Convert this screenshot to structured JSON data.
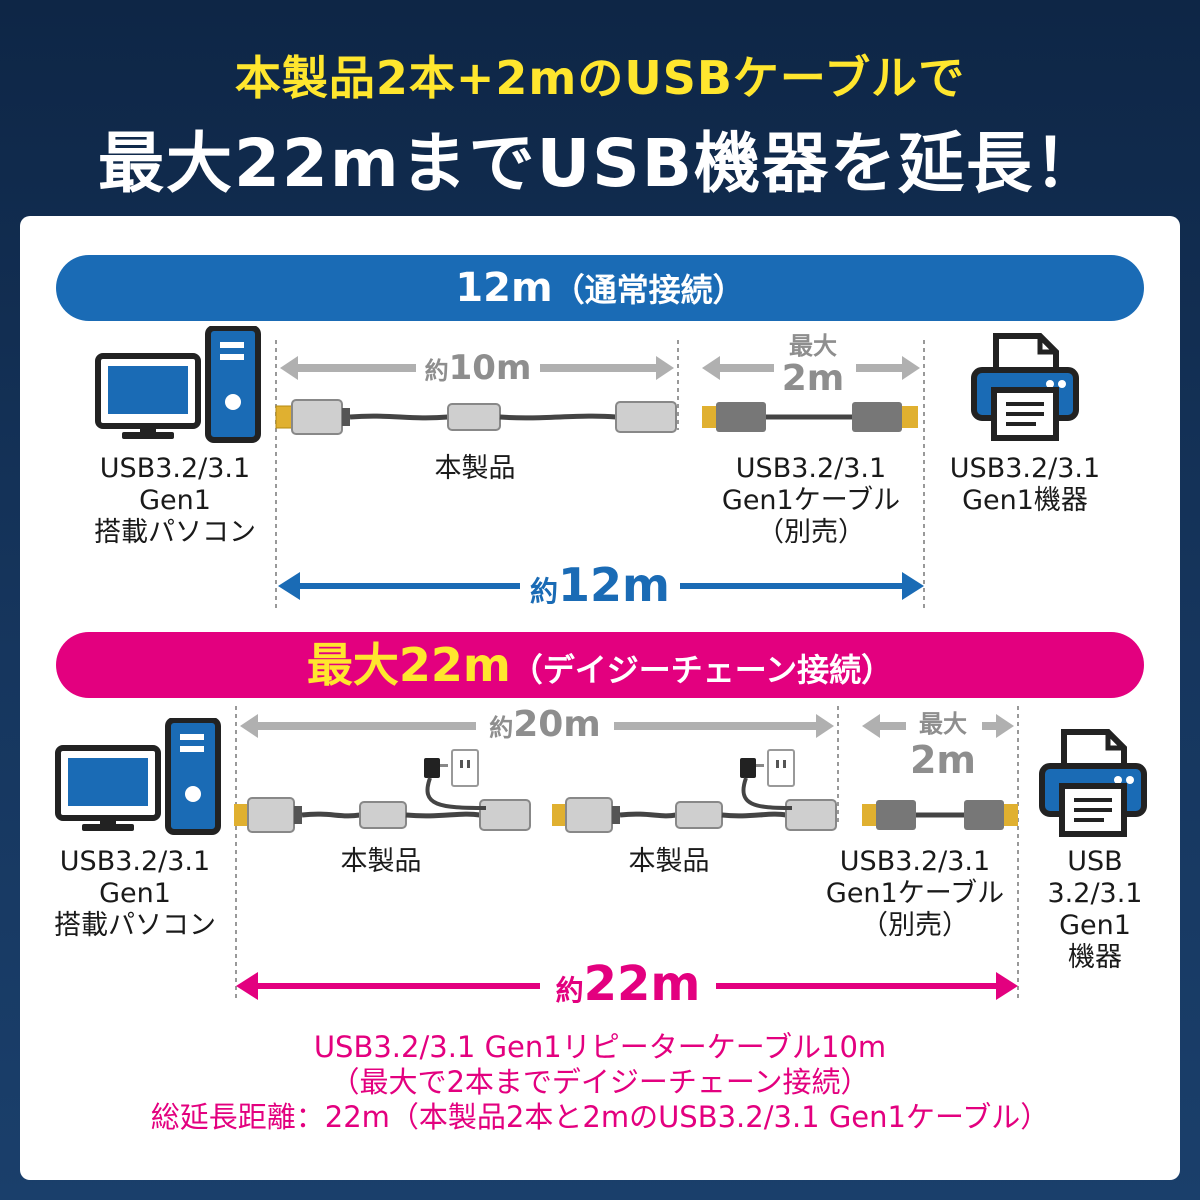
{
  "headline": {
    "line1": "本製品2本+2mのUSBケーブルで",
    "line2": "最大22mまでUSB機器を延長！"
  },
  "section_normal": {
    "banner": {
      "main": "12m",
      "sub": "（通常接続）"
    },
    "dist_product": {
      "prefix": "約",
      "value": "10m"
    },
    "dist_cable": {
      "top": "最大",
      "value": "2m"
    },
    "dist_total": {
      "prefix": "約",
      "value": "12m"
    },
    "pc_label": [
      "USB3.2/3.1",
      "Gen1",
      "搭載パソコン"
    ],
    "product_label": "本製品",
    "cable_label": [
      "USB3.2/3.1",
      "Gen1ケーブル",
      "（別売）"
    ],
    "device_label": [
      "USB3.2/3.1",
      "Gen1機器"
    ]
  },
  "section_daisy": {
    "banner": {
      "main_prefix": "最大",
      "main_value": "22m",
      "sub": "（デイジーチェーン接続）"
    },
    "dist_product": {
      "prefix": "約",
      "value": "20m"
    },
    "dist_cable": {
      "top": "最大",
      "value": "2m"
    },
    "dist_total": {
      "prefix": "約",
      "value": "22m"
    },
    "pc_label": [
      "USB3.2/3.1",
      "Gen1",
      "搭載パソコン"
    ],
    "product_label_1": "本製品",
    "product_label_2": "本製品",
    "cable_label": [
      "USB3.2/3.1",
      "Gen1ケーブル",
      "（別売）"
    ],
    "device_label": [
      "USB",
      "3.2/3.1",
      "Gen1",
      "機器"
    ]
  },
  "footer": [
    "USB3.2/3.1 Gen1リピーターケーブル10m",
    "（最大で2本までデイジーチェーン接続）",
    "総延長距離：22m（本製品2本と2mのUSB3.2/3.1 Gen1ケーブル）"
  ],
  "colors": {
    "navy_bg": "#0e2646",
    "blue": "#1a6bb5",
    "pink": "#e3007f",
    "yellow": "#ffe62e",
    "gray": "#a9a9a9"
  }
}
